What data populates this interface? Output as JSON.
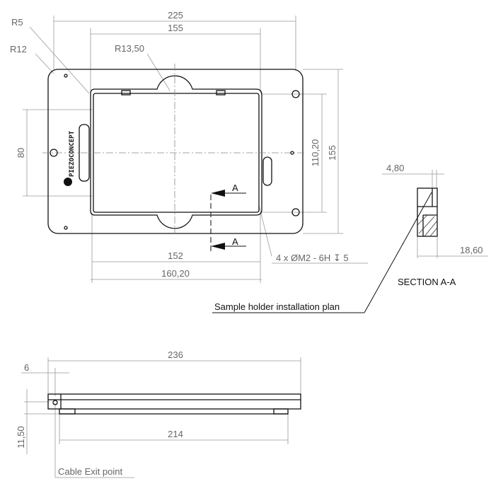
{
  "top_view": {
    "dims": {
      "overall_width": "225",
      "inner_width": "155",
      "radius_notch": "R13,50",
      "radius_inner": "R5",
      "radius_outer": "R12",
      "hole_spacing_v": "80",
      "inner_height": "110,20",
      "overall_height": "155",
      "window_width": "152",
      "pocket_width": "160,20",
      "thread_note": "4 x ØM2 - 6H ↧ 5"
    },
    "brand": "PIEZOCONCEPT",
    "section_marker": "A",
    "caption": "Sample holder installation plan"
  },
  "section": {
    "title": "SECTION A-A",
    "dim_a": "4,80",
    "dim_b": "18,60"
  },
  "side_view": {
    "dims": {
      "overall_length": "236",
      "offset": "6",
      "base_length": "214",
      "height": "11,50"
    },
    "cable_label": "Cable Exit point"
  }
}
